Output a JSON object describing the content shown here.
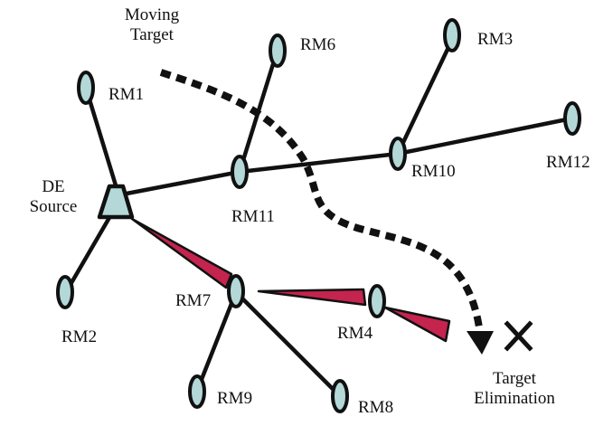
{
  "labels": {
    "moving_target_l1": "Moving",
    "moving_target_l2": "Target",
    "de_source_l1": "DE",
    "de_source_l2": "Source",
    "target_elim_l1": "Target",
    "target_elim_l2": "Elimination",
    "rm1": "RM1",
    "rm2": "RM2",
    "rm3": "RM3",
    "rm4": "RM4",
    "rm6": "RM6",
    "rm7": "RM7",
    "rm8": "RM8",
    "rm9": "RM9",
    "rm10": "RM10",
    "rm11": "RM11",
    "rm12": "RM12"
  },
  "colors": {
    "node_fill": "#b4d8d8",
    "beam_fill": "#c4244e",
    "line": "#111111"
  }
}
